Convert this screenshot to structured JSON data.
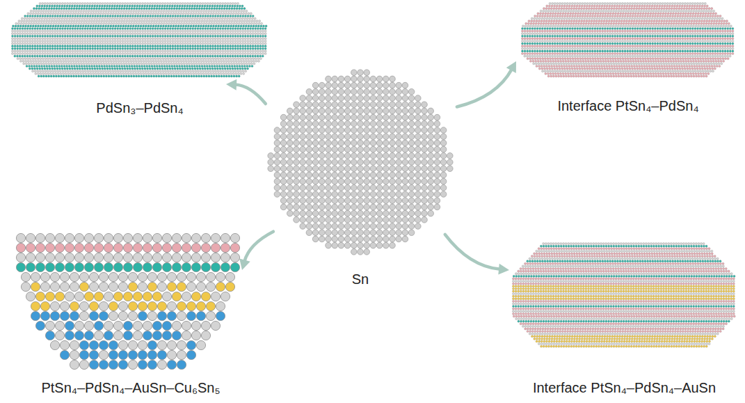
{
  "diagram": {
    "nodes": [
      {
        "text": [
          "PdSn₃–PdSn₄"
        ]
      },
      {
        "text": [
          "Interface PtSn₄–PdSn₄"
        ]
      },
      {
        "text": [
          "Sn"
        ]
      },
      {
        "text": [
          "PtSn₄–PdSn₄–AuSn–Cu₆Sn₅"
        ]
      },
      {
        "text": [
          "Interface PtSn₄–PdSn₄–AuSn"
        ]
      }
    ],
    "edges": [
      {
        "from": 2,
        "to": 0,
        "arrow": "to"
      },
      {
        "from": 2,
        "to": 1,
        "arrow": "to"
      },
      {
        "from": 2,
        "to": 3,
        "arrow": "to"
      },
      {
        "from": 2,
        "to": 4,
        "arrow": "to"
      }
    ]
  }
}
